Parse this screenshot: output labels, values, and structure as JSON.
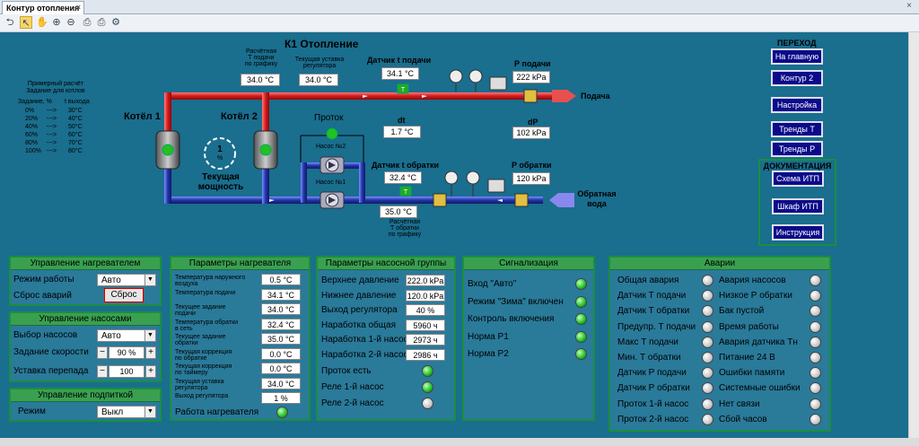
{
  "window": {
    "tab_title": "Контур отопления",
    "tab_close": "×",
    "close_glyph": "×"
  },
  "toolbar": {
    "icons": [
      "back-icon",
      "pointer-icon",
      "hand-icon",
      "zoom-in-icon",
      "zoom-out-icon",
      "print-icon",
      "print-preview-icon",
      "settings-icon"
    ]
  },
  "scheme": {
    "title": "К1 Отопление",
    "calc": {
      "title": "Примерный расчёт",
      "subtitle": "Задание для котлов",
      "col1": "Задание, %",
      "col2": "t выхода",
      "rows": [
        {
          "p": "0%",
          "a": "--->",
          "t": "30°C"
        },
        {
          "p": "20%",
          "a": "--->",
          "t": "40°C"
        },
        {
          "p": "40%",
          "a": "--->",
          "t": "50°C"
        },
        {
          "p": "60%",
          "a": "--->",
          "t": "60°C"
        },
        {
          "p": "80%",
          "a": "--->",
          "t": "70°C"
        },
        {
          "p": "100%",
          "a": "--->",
          "t": "80°C"
        }
      ]
    },
    "t_supply_graph_label": "Расчётная\nТ подачи\nпо графику",
    "t_supply_graph_val": "34.0 °C",
    "setpoint_label": "Текущая уставка\nрегулятора",
    "setpoint_val": "34.0 °C",
    "t_supply_sensor_label": "Датчик t подачи",
    "t_supply_sensor_val": "34.1 °C",
    "p_supply_label": "Р подачи",
    "p_supply_val": "222 kPa",
    "supply_label": "Подача",
    "boiler1": "Котёл 1",
    "boiler2": "Котёл 2",
    "power_val": "1",
    "power_unit": "%",
    "power_label": "Текущая\nмощность",
    "flow_label": "Проток",
    "pump2_label": "Насос №2",
    "pump1_label": "Насос №1",
    "dt_label": "dt",
    "dt_val": "1.7 °C",
    "dp_label": "dP",
    "dp_val": "102 kPa",
    "t_return_sensor_label": "Датчик t обратки",
    "t_return_sensor_val": "32.4 °C",
    "p_return_label": "Р обратки",
    "p_return_val": "120 kPa",
    "return_label": "Обратная\nвода",
    "t_return_graph_val": "35.0 °C",
    "t_return_graph_label": "Расчётная\nТ обратки\nпо графику",
    "valve_t_badge": "T"
  },
  "nav": {
    "title": "ПЕРЕХОД",
    "buttons": [
      "На главную",
      "Контур 2",
      "Настройка",
      "Тренды Т",
      "Тренды Р"
    ]
  },
  "docs": {
    "title": "ДОКУМЕНТАЦИЯ",
    "buttons": [
      "Схема ИТП",
      "Шкаф ИТП",
      "Инструкция"
    ]
  },
  "heater_ctrl": {
    "title": "Управление нагревателем",
    "mode_label": "Режим работы",
    "mode_val": "Авто",
    "reset_label": "Сброс аварий",
    "reset_btn": "Сброс"
  },
  "pump_ctrl": {
    "title": "Управление насосами",
    "sel_label": "Выбор насосов",
    "sel_val": "Авто",
    "speed_label": "Задание скорости",
    "speed_val": "90 %",
    "dp_label": "Уставка перепада",
    "dp_val": "100",
    "minus": "−",
    "plus": "+"
  },
  "makeup_ctrl": {
    "title": "Управление подпиткой",
    "mode_label": "Режим",
    "mode_val": "Выкл"
  },
  "heater_params": {
    "title": "Параметры нагревателя",
    "rows": [
      {
        "label": "Температура наружного\nвоздуха",
        "val": "0.5 °C"
      },
      {
        "label": "Температура подачи",
        "val": "34.1 °C"
      },
      {
        "label": "Текущее задание\nподачи",
        "val": "34.0 °C"
      },
      {
        "label": "Температура обратки\nв сеть",
        "val": "32.4 °C"
      },
      {
        "label": "Текущее задание\nобратки",
        "val": "35.0 °C"
      },
      {
        "label": "Текущая коррекция\nпо обратке",
        "val": "0.0 °C"
      },
      {
        "label": "Текущая коррекция\nпо таймеру",
        "val": "0.0 °C"
      },
      {
        "label": "Текущая уставка\nрегулятора",
        "val": "34.0 °C"
      },
      {
        "label": "Выход регулятора",
        "val": "1 %"
      }
    ],
    "work_label": "Работа нагревателя"
  },
  "pump_params": {
    "title": "Параметры насосной группы",
    "rows": [
      {
        "label": "Верхнее давление",
        "val": "222.0 kPa"
      },
      {
        "label": "Нижнее давление",
        "val": "120.0 kPa"
      },
      {
        "label": "Выход регулятора",
        "val": "40 %"
      },
      {
        "label": "Наработка общая",
        "val": "5960 ч"
      },
      {
        "label": "Наработка 1-й насос",
        "val": "2973 ч"
      },
      {
        "label": "Наработка 2-й насос",
        "val": "2986 ч"
      }
    ],
    "leds": [
      {
        "label": "Проток есть",
        "on": true
      },
      {
        "label": "Реле 1-й насос",
        "on": true
      },
      {
        "label": "Реле 2-й насос",
        "on": false
      }
    ]
  },
  "signals": {
    "title": "Сигнализация",
    "items": [
      {
        "label": "Вход \"Авто\"",
        "on": true
      },
      {
        "label": "Режим \"Зима\" включен",
        "on": true
      },
      {
        "label": "Контроль включения",
        "on": true
      },
      {
        "label": "Норма Р1",
        "on": true
      },
      {
        "label": "Норма Р2",
        "on": true
      }
    ]
  },
  "alarms": {
    "title": "Аварии",
    "left": [
      "Общая авария",
      "Датчик Т подачи",
      "Датчик Т обратки",
      "Предупр. Т подачи",
      "Макс Т подачи",
      "Мин. Т обратки",
      "Датчик Р подачи",
      "Датчик Р обратки",
      "Проток 1-й насос",
      "Проток 2-й насос"
    ],
    "right": [
      "Авария насосов",
      "Низкое Р обратки",
      "Бак пустой",
      "Время работы",
      "Авария датчика Тн",
      "Питание 24 В",
      "Ошибки памяти",
      "Системные ошибки",
      "Нет связи",
      "Сбой часов"
    ]
  },
  "colors": {
    "bg": "#1a6e8e",
    "supply_pipe": "#e02020",
    "return_pipe": "#2233aa",
    "panel_border": "#1a8f3e",
    "nav_btn": "#0b0b8a",
    "led_on": "#22c022"
  }
}
